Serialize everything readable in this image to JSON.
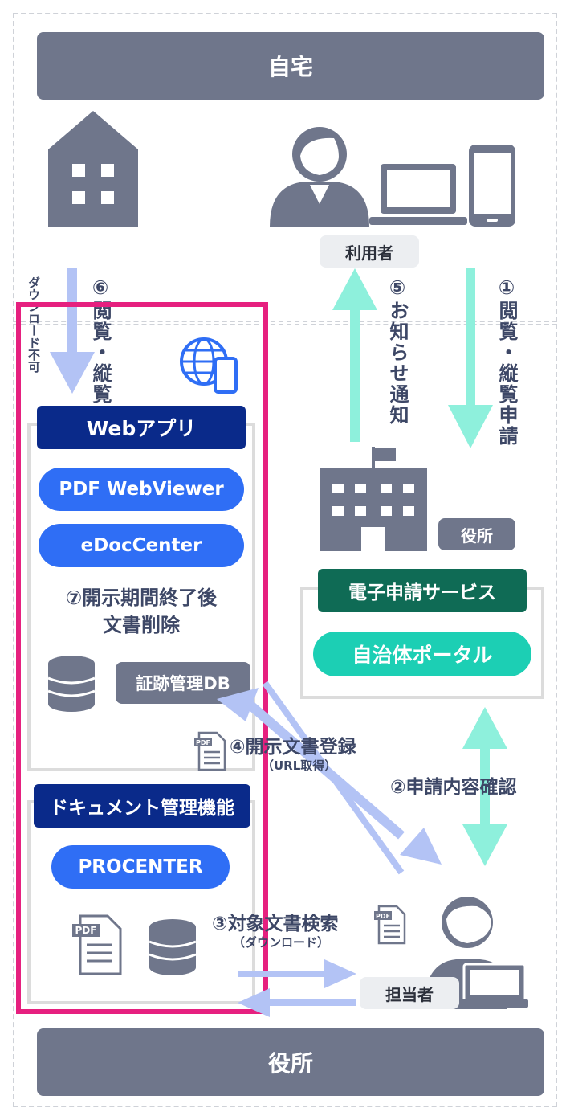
{
  "top_band": "自宅",
  "bottom_band": "役所",
  "user_tag": "利用者",
  "office_tag": "役所",
  "staff_tag": "担当者",
  "step1": "①閲覧・縦覧申請",
  "step5": "⑤お知らせ通知",
  "step6": "⑥閲覧・縦覧",
  "download_disabled": "ダウンロード不可",
  "web_app": {
    "header": "Webアプリ",
    "pdf_viewer": "PDF WebViewer",
    "edoc_center": "eDocCenter",
    "step7_line1": "⑦開示期間終了後",
    "step7_line2": "文書削除",
    "evidence_db": "証跡管理DB"
  },
  "doc_mgmt": {
    "header": "ドキュメント管理機能",
    "procenter": "PROCENTER"
  },
  "e_service": {
    "header": "電子申請サービス",
    "portal": "自治体ポータル"
  },
  "step2": "②申請内容確認",
  "step3_line1": "③対象文書検索",
  "step3_line2": "（ダウンロード）",
  "step4_line1": "④開示文書登録",
  "step4_line2": "（URL取得）",
  "pdf_icon_label": "PDF",
  "colors": {
    "band": "#6f768b",
    "navy": "#0a2a8a",
    "blue_pill": "#2f6ef5",
    "green_header": "#0f6b55",
    "teal_pill": "#1ccfb4",
    "magenta_frame": "#e6207f",
    "arrow_teal": "#8ef0dc",
    "arrow_lavender": "#b3c3f5"
  }
}
